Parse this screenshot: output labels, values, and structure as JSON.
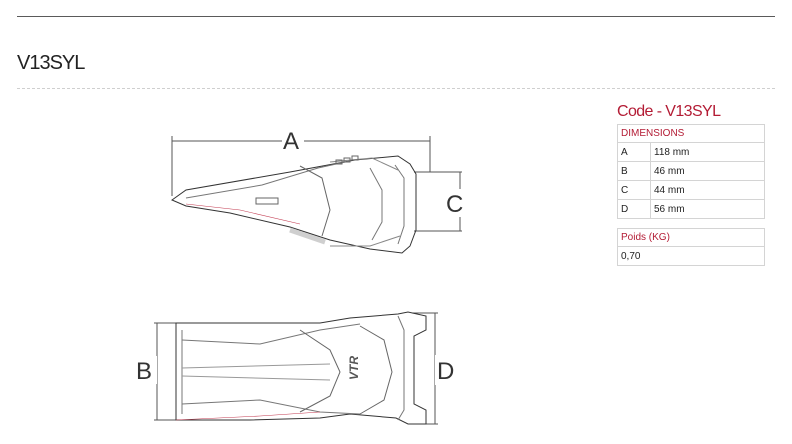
{
  "product": {
    "title": "V13SYL"
  },
  "drawing": {
    "labels": {
      "a": "A",
      "b": "B",
      "c": "C",
      "d": "D"
    }
  },
  "specs": {
    "code_title": "Code - V13SYL",
    "dimensions_header": "DIMENSIONS",
    "rows": [
      {
        "key": "A",
        "value": "118 mm"
      },
      {
        "key": "B",
        "value": "46 mm"
      },
      {
        "key": "C",
        "value": "44 mm"
      },
      {
        "key": "D",
        "value": "56 mm"
      }
    ],
    "weight_header": "Poids (KG)",
    "weight_value": "0,70"
  },
  "colors": {
    "accent": "#b31b34",
    "rule": "#5a5a5a",
    "border": "#d4d4d4"
  }
}
